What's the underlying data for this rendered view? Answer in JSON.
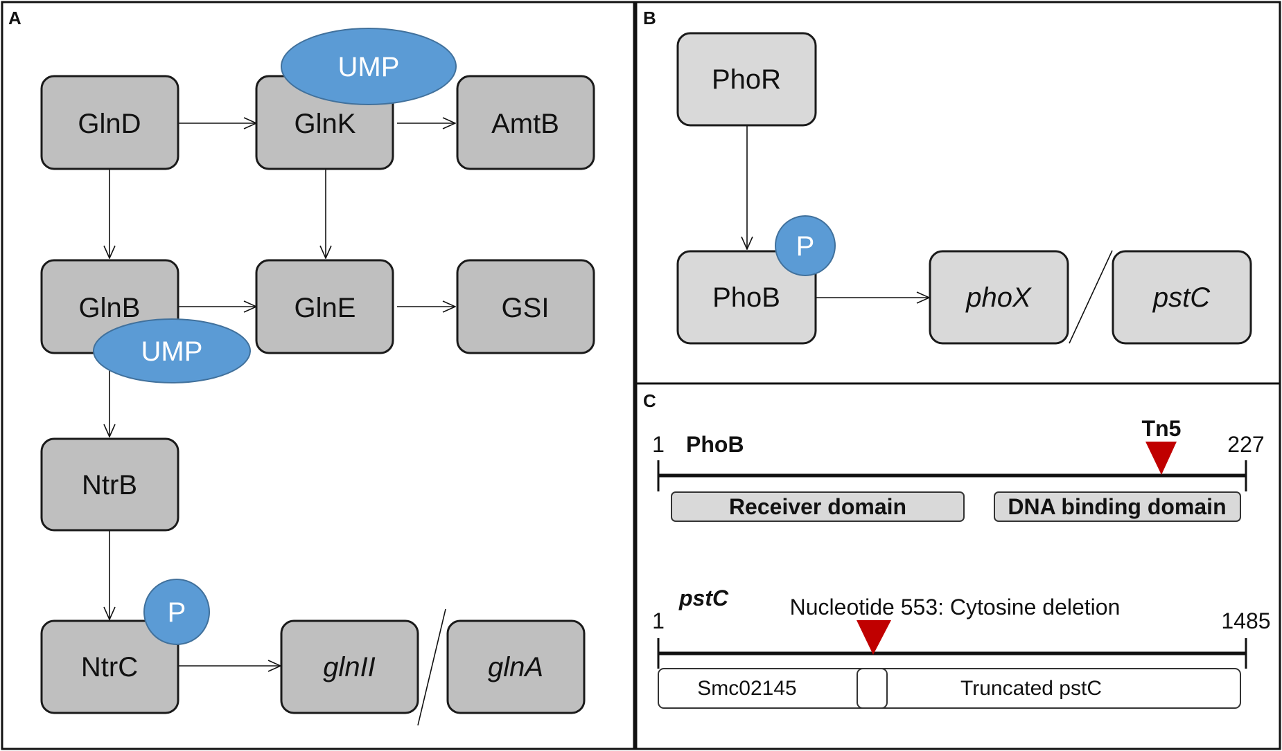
{
  "colors": {
    "node_fill_a": "#bfbfbf",
    "node_fill_b": "#d9d9d9",
    "modifier_fill": "#5b9bd5",
    "marker_fill": "#c00000",
    "domain_fill": "#d9d9d9"
  },
  "panels": {
    "a": {
      "letter": "A"
    },
    "b": {
      "letter": "B"
    },
    "c": {
      "letter": "C"
    }
  },
  "panel_a": {
    "nodes": {
      "glnd": "GlnD",
      "glnk": "GlnK",
      "amtb": "AmtB",
      "glnb": "GlnB",
      "glne": "GlnE",
      "gsi": "GSI",
      "ntrb": "NtrB",
      "ntrc": "NtrC",
      "glnii": "glnII",
      "glna": "glnA"
    },
    "modifiers": {
      "glnk_ump": "UMP",
      "glnb_ump": "UMP",
      "ntrc_p": "P"
    }
  },
  "panel_b": {
    "nodes": {
      "phor": "PhoR",
      "phob": "PhoB",
      "phox": "phoX",
      "pstc": "pstC"
    },
    "modifiers": {
      "phob_p": "P"
    }
  },
  "panel_c": {
    "phob_track": {
      "name": "PhoB",
      "start": "1",
      "end": "227",
      "marker_label": "Tn5",
      "domains": [
        "Receiver domain",
        "DNA binding domain"
      ]
    },
    "pstc_track": {
      "name": "pstC",
      "start": "1",
      "end": "1485",
      "marker_label": "Nucleotide 553: Cytosine deletion",
      "segments": [
        "Smc02145",
        "Truncated pstC"
      ]
    }
  }
}
